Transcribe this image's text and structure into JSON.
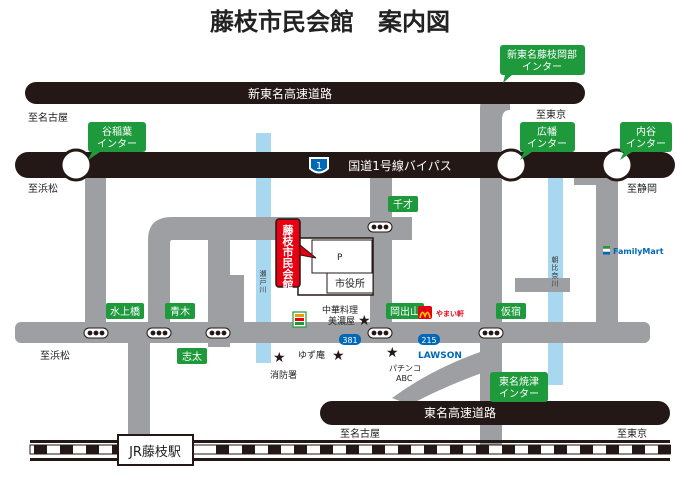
{
  "title": "藤枝市民会館　案内図",
  "highways": {
    "shin_tomei": "新東名高速道路",
    "bypass": "国道1号線バイパス",
    "bypass_route": "1",
    "tomei": "東名高速道路"
  },
  "direction_labels": {
    "nagoya_top": "至名古屋",
    "tokyo_top": "至東京",
    "hamamatsu_mid": "至浜松",
    "shizuoka": "至静岡",
    "hamamatsu_low": "至浜松",
    "nagoya_bottom": "至名古屋",
    "tokyo_bottom": "至東京"
  },
  "interchanges": {
    "shin_tomei_ic": [
      "新東名藤枝岡部",
      "インター"
    ],
    "yaiba": [
      "谷稲葉",
      "インター"
    ],
    "hiroyasu": [
      "広幡",
      "インター"
    ],
    "uchiya": [
      "内谷",
      "インター"
    ],
    "tomei_ic": [
      "東名焼津",
      "インター"
    ]
  },
  "intersections": {
    "chio": "千才",
    "mizukamibashi": "水上橋",
    "aoki": "青木",
    "shida": "志太",
    "okadeyama": "岡出山",
    "kariyado": "仮宿"
  },
  "route_badges": {
    "r381": "381",
    "r215": "215"
  },
  "landmarks": {
    "venue": "藤枝市民会館",
    "city_hall": "市役所",
    "parking": "P",
    "chinese": [
      "中華料理",
      "美濃屋"
    ],
    "yuzuan": "ゆず庵",
    "fire_station": "消防署",
    "pachinko": [
      "パチンコ",
      "ABC"
    ],
    "lawson": "LAWSON",
    "familymart": "FamilyMart",
    "yamaru": "やまい軒",
    "station": "JR藤枝駅"
  },
  "rivers": {
    "segawa": "瀬戸川",
    "asahina": "朝比奈川"
  },
  "colors": {
    "highway": "#231815",
    "road": "#9d9fa2",
    "river": "#a8d8f0",
    "sign_green": "#1e9a3c",
    "venue_red": "#e60012",
    "route_blue": "#0068b7"
  }
}
